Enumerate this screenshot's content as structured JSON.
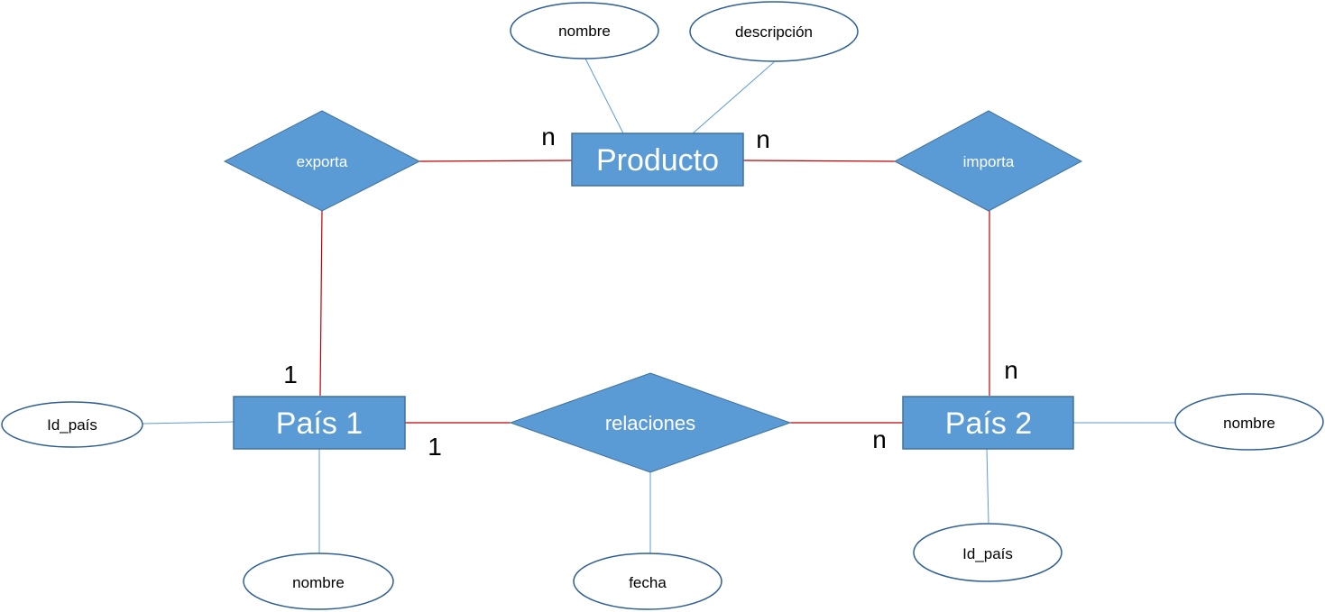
{
  "colors": {
    "shape_fill": "#5b9bd5",
    "shape_stroke": "#41719c",
    "relation_line": "#c00000",
    "attribute_line": "#5b9bd5",
    "attribute_stroke": "#2e5f92"
  },
  "entities": {
    "producto": "Producto",
    "pais1": "País 1",
    "pais2": "País 2"
  },
  "relationships": {
    "exporta": "exporta",
    "importa": "importa",
    "relaciones": "relaciones"
  },
  "attributes": {
    "producto_nombre": "nombre",
    "producto_descripcion": "descripción",
    "pais1_id": "Id_país",
    "pais1_nombre": "nombre",
    "relaciones_fecha": "fecha",
    "pais2_nombre": "nombre",
    "pais2_id": "Id_país"
  },
  "cardinalities": {
    "producto_exporta": "n",
    "producto_importa": "n",
    "pais1_exporta": "1",
    "pais1_relaciones": "1",
    "pais2_importa": "n",
    "pais2_relaciones": "n"
  }
}
